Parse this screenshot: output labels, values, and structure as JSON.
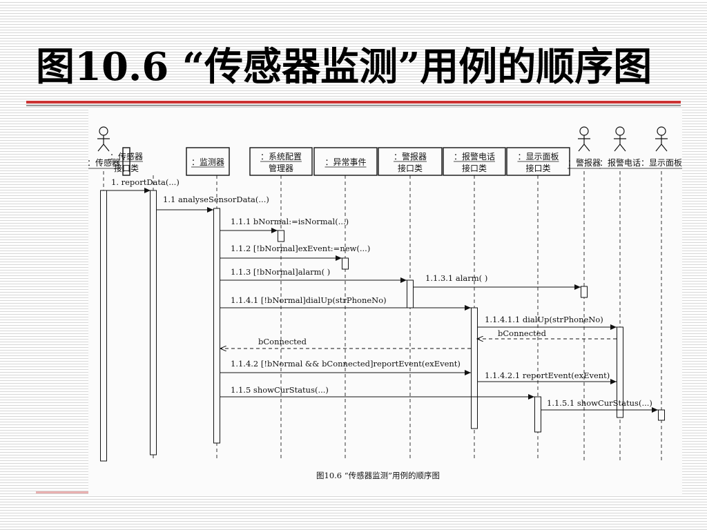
{
  "slide": {
    "title": "图10.6 “传感器监测”用例的顺序图"
  },
  "diagram": {
    "caption": "图10.6    “传感器监测”用例的顺序图",
    "lifelines": [
      {
        "id": "sensor",
        "label": [
          "：传感器"
        ],
        "actor": true
      },
      {
        "id": "sensor_if",
        "label": [
          "：传感器",
          "接口类"
        ],
        "actor": false
      },
      {
        "id": "monitor",
        "label": [
          "：监测器"
        ],
        "actor": false
      },
      {
        "id": "config",
        "label": [
          "：系统配置",
          "管理器"
        ],
        "actor": false
      },
      {
        "id": "event",
        "label": [
          "：异常事件"
        ],
        "actor": false
      },
      {
        "id": "alarm_if",
        "label": [
          "：警报器",
          "接口类"
        ],
        "actor": false
      },
      {
        "id": "phone_if",
        "label": [
          "：报警电话",
          "接口类"
        ],
        "actor": false
      },
      {
        "id": "display_if",
        "label": [
          "：显示面板",
          "接口类"
        ],
        "actor": false
      },
      {
        "id": "alarm",
        "label": [
          "：警报器"
        ],
        "actor": true
      },
      {
        "id": "phone",
        "label": [
          "：报警电话"
        ],
        "actor": true
      },
      {
        "id": "display",
        "label": [
          "：显示面板"
        ],
        "actor": true
      }
    ],
    "messages": [
      {
        "label": "1. reportData(...)",
        "from": "sensor",
        "to": "sensor_if",
        "dashed": false
      },
      {
        "label": "1.1 analyseSensorData(...)",
        "from": "sensor_if",
        "to": "monitor",
        "dashed": false
      },
      {
        "label": "1.1.1 bNormal:=isNormal(...)",
        "from": "monitor",
        "to": "config",
        "dashed": false
      },
      {
        "label": "1.1.2 [!bNormal]exEvent:=new(...)",
        "from": "monitor",
        "to": "event",
        "dashed": false
      },
      {
        "label": "1.1.3 [!bNormal]alarm( )",
        "from": "monitor",
        "to": "alarm_if",
        "dashed": false
      },
      {
        "label": "1.1.3.1 alarm( )",
        "from": "alarm_if",
        "to": "alarm",
        "dashed": false
      },
      {
        "label": "1.1.4.1 [!bNormal]dialUp(strPhoneNo)",
        "from": "monitor",
        "to": "phone_if",
        "dashed": false
      },
      {
        "label": "1.1.4.1.1 dialUp(strPhoneNo)",
        "from": "phone_if",
        "to": "phone",
        "dashed": false
      },
      {
        "label": "bConnected",
        "from": "phone",
        "to": "phone_if",
        "dashed": true
      },
      {
        "label": "bConnected",
        "from": "phone_if",
        "to": "monitor",
        "dashed": true
      },
      {
        "label": "1.1.4.2 [!bNormal && bConnected]reportEvent(exEvent)",
        "from": "monitor",
        "to": "phone_if",
        "dashed": false
      },
      {
        "label": "1.1.4.2.1 reportEvent(exEvent)",
        "from": "phone_if",
        "to": "phone",
        "dashed": false
      },
      {
        "label": "1.1.5 showCurStatus(...)",
        "from": "monitor",
        "to": "display_if",
        "dashed": false
      },
      {
        "label": "1.1.5.1 showCurStatus(...)",
        "from": "display_if",
        "to": "display",
        "dashed": false
      }
    ]
  },
  "colors": {
    "accent_rule": "#cc3333",
    "stripe": "#d6d6d6"
  }
}
